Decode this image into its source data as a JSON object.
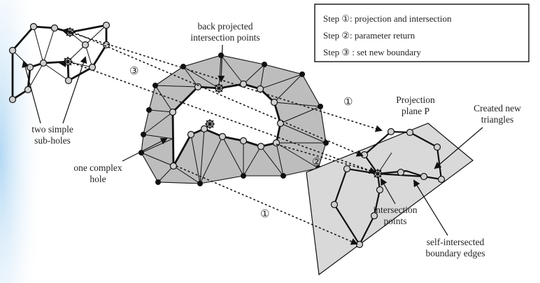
{
  "legend": {
    "step1": "Step ①: projection and intersection",
    "step2": "Step ②: parameter return",
    "step3": "Step ③ : set new boundary"
  },
  "labels": {
    "back_projected_line1": "back projected",
    "back_projected_line2": "intersection points",
    "two_simple_line1": "two simple",
    "two_simple_line2": "sub-holes",
    "one_complex_line1": "one complex",
    "one_complex_line2": "hole",
    "projection_plane_line1": "Projection",
    "projection_plane_line2": "plane P",
    "created_new_line1": "Created new",
    "created_new_line2": "triangles",
    "intersection_line1": "intersection",
    "intersection_line2": "points",
    "self_intersected_line1": "self-intersected",
    "self_intersected_line2": "boundary edges"
  },
  "step_markers": {
    "m1_top": "①",
    "m1_bottom": "①",
    "m2": "②",
    "m3": "③"
  },
  "colors": {
    "mesh_fill": "#bdbdbd",
    "plane_fill": "#d9d9d9",
    "line": "#111111",
    "bg_accent": "#cfe6f7"
  }
}
